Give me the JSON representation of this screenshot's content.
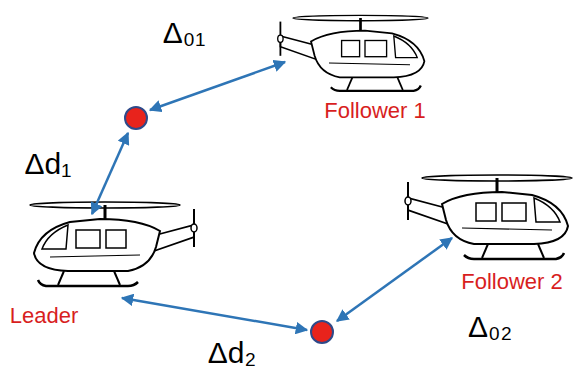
{
  "diagram": {
    "nodes": [
      {
        "text": [
          "Follower 1"
        ]
      },
      {
        "text": [
          "Leader"
        ]
      },
      {
        "text": [
          "Follower 2"
        ]
      }
    ],
    "labels": [
      "Δ₀₁",
      "Δd₁",
      "Δd₂",
      "Δ₀₂"
    ]
  }
}
